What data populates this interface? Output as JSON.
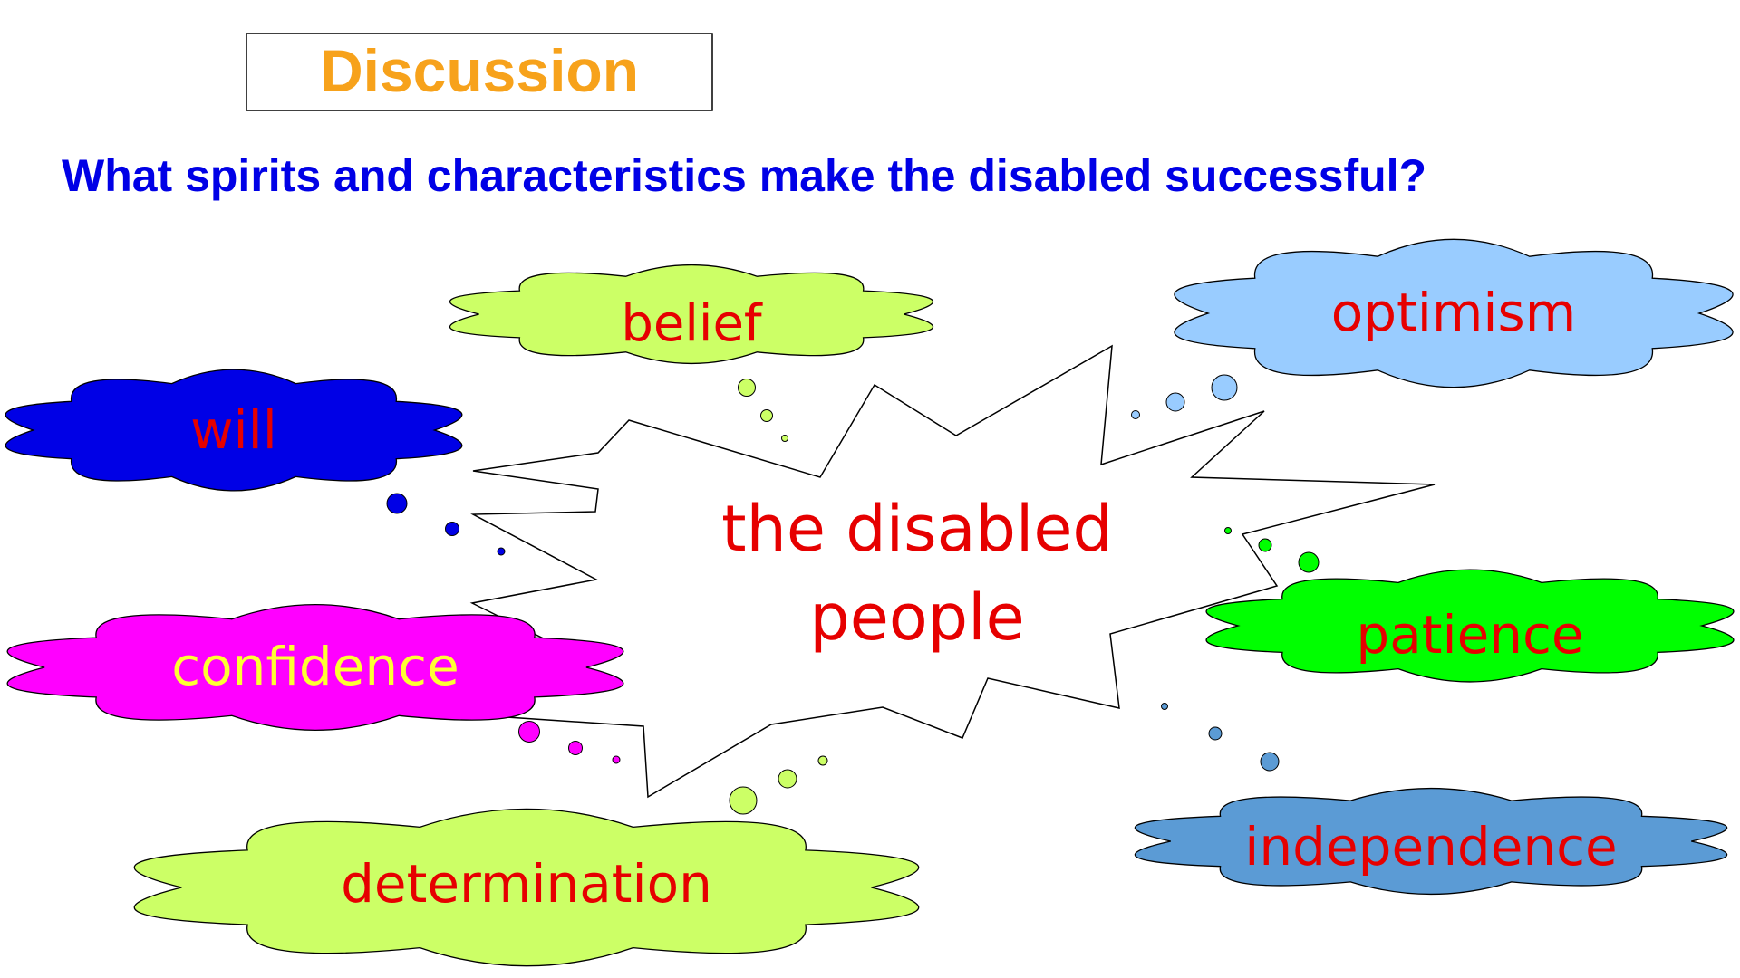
{
  "title": "Discussion",
  "question": "What spirits and characteristics make  the disabled successful?",
  "center": {
    "line1": "the disabled",
    "line2": "people"
  },
  "traits": [
    {
      "id": "belief",
      "label": "belief",
      "fill": "#ccff66",
      "text_color": "#e60000"
    },
    {
      "id": "optimism",
      "label": "optimism",
      "fill": "#99ccff",
      "text_color": "#e60000"
    },
    {
      "id": "will",
      "label": "will",
      "fill": "#0000e6",
      "text_color": "#e60000"
    },
    {
      "id": "confidence",
      "label": "confidence",
      "fill": "#ff00ff",
      "text_color": "#ffff33"
    },
    {
      "id": "patience",
      "label": "patience",
      "fill": "#00ff00",
      "text_color": "#e60000"
    },
    {
      "id": "determination",
      "label": "determination",
      "fill": "#ccff66",
      "text_color": "#e60000"
    },
    {
      "id": "independence",
      "label": "independence",
      "fill": "#5b9bd5",
      "text_color": "#e60000"
    }
  ],
  "colors": {
    "title": "#f7a21b",
    "question": "#0000e6",
    "center_text": "#e60000",
    "outline": "#000000"
  }
}
